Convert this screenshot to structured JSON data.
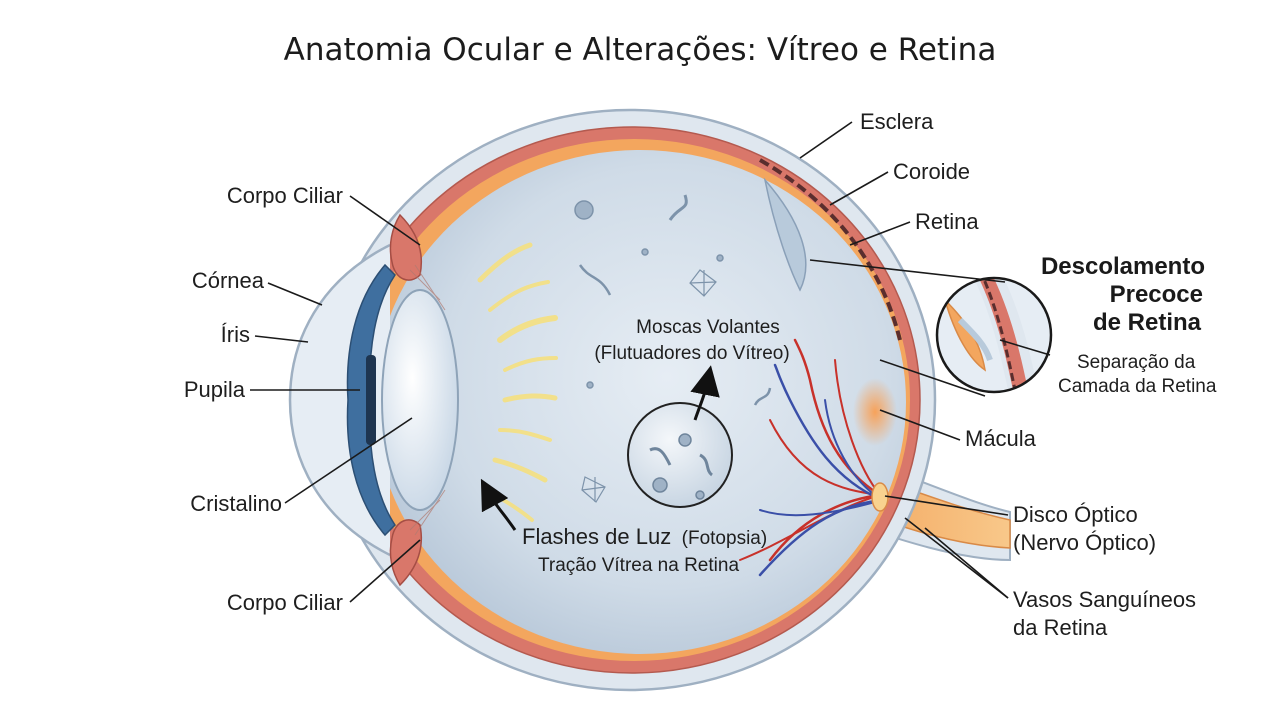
{
  "title": "Anatomia Ocular e Alterações: Vítreo e Retina",
  "labels": {
    "esclera": "Esclera",
    "coroide": "Coroide",
    "retina": "Retina",
    "corpo_ciliar_top": "Corpo Ciliar",
    "cornea": "Córnea",
    "iris": "Íris",
    "pupila": "Pupila",
    "cristalino": "Cristalino",
    "corpo_ciliar_bottom": "Corpo Ciliar",
    "macula": "Mácula",
    "disco_optico_1": "Disco Óptico",
    "disco_optico_2": "(Nervo Óptico)",
    "vasos_1": "Vasos Sanguíneos",
    "vasos_2": "da Retina"
  },
  "floaters": {
    "line1": "Moscas Volantes",
    "line2": "(Flutuadores do Vítreo)"
  },
  "flashes": {
    "line1_main": "Flashes de Luz",
    "line1_paren": "(Fotopsia)",
    "line2": "Tração Vítrea na Retina"
  },
  "detachment": {
    "heading_1": "Descolamento",
    "heading_2": "Precoce",
    "heading_3": "de Retina",
    "sub_1": "Separação da",
    "sub_2": "Camada da Retina"
  },
  "colors": {
    "sclera": "#dfe7ef",
    "choroid": "#d9776a",
    "retina": "#f3a65e",
    "vitreous": "#c9d7e5",
    "iris": "#3f6f9f",
    "artery": "#c8312a",
    "vein": "#3a4fa8"
  }
}
